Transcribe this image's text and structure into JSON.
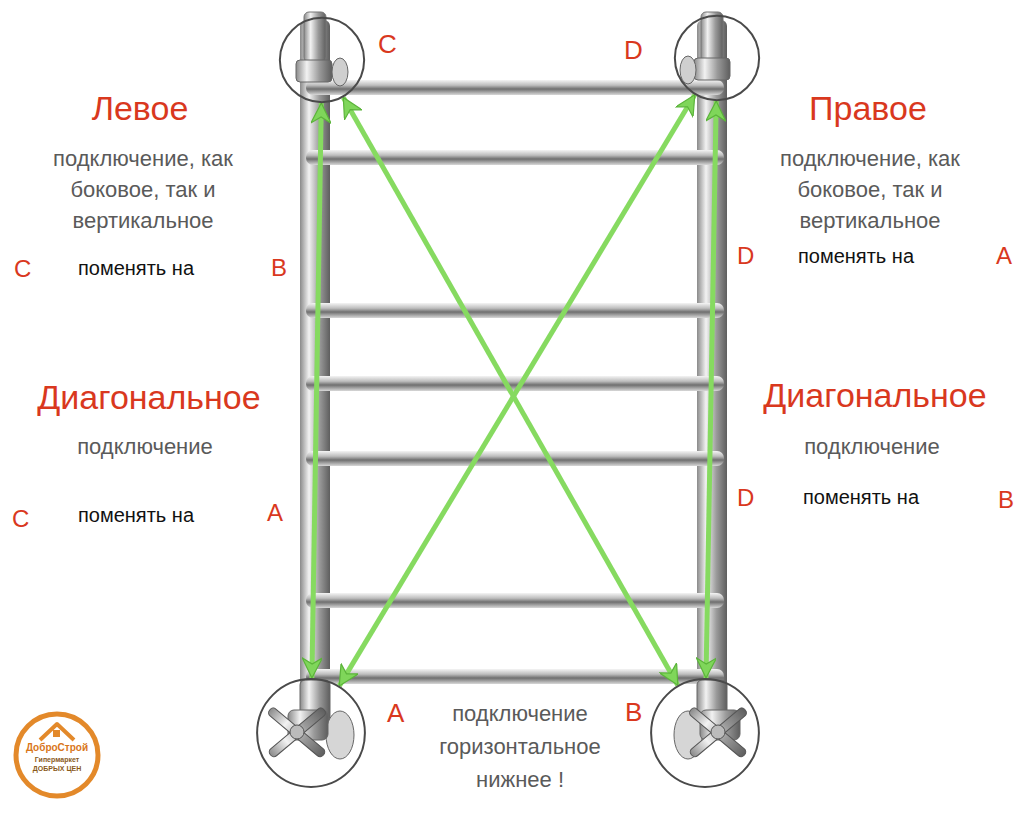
{
  "diagram": {
    "nodes": [
      {
        "text": [
          "C"
        ]
      },
      {
        "text": [
          "D"
        ]
      },
      {
        "text": [
          "A"
        ]
      },
      {
        "text": [
          "B"
        ]
      }
    ],
    "edges": [
      {
        "from": 2,
        "to": 0,
        "arrow": "both"
      },
      {
        "from": 3,
        "to": 1,
        "arrow": "both"
      },
      {
        "from": 2,
        "to": 1,
        "arrow": "both"
      },
      {
        "from": 0,
        "to": 3,
        "arrow": "both"
      }
    ],
    "labels": [
      "Левое",
      "подключение, как боковое, так и вертикальное",
      "C",
      "поменять на",
      "B",
      "Правое",
      "подключение, как боковое, так и вертикальное",
      "D",
      "поменять на",
      "A",
      "Диагональное",
      "подключение",
      "C",
      "поменять на",
      "A",
      "Диагональное",
      "подключение",
      "D",
      "поменять на",
      "B",
      "подключение горизонтальное нижнее !",
      "ДоброСтрой",
      "Гипермаркет ДОБРЫХ ЦЕН"
    ]
  }
}
